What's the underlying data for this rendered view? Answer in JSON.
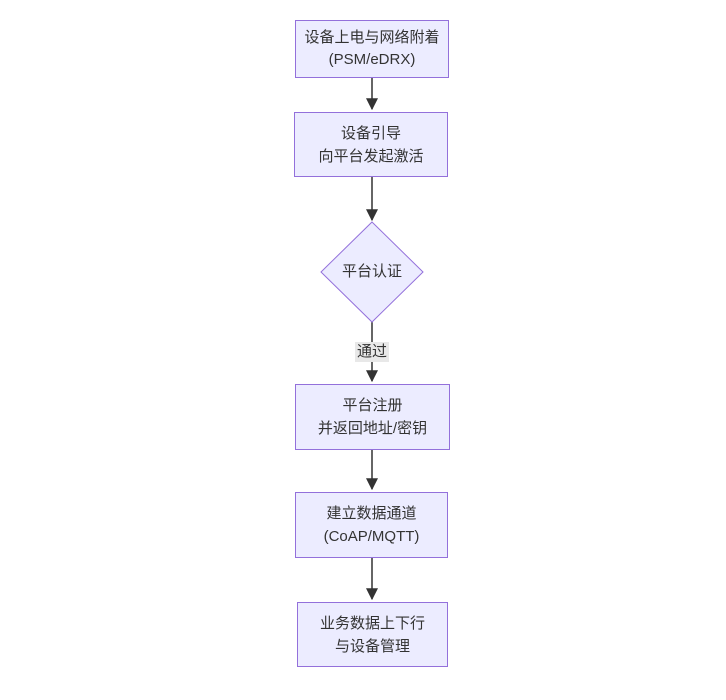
{
  "diagram": {
    "type": "flowchart",
    "direction": "top-down",
    "nodes": [
      {
        "id": "attach",
        "shape": "rect",
        "line1": "设备上电与网络附着",
        "line2": "(PSM/eDRX)"
      },
      {
        "id": "bootstrap",
        "shape": "rect",
        "line1": "设备引导",
        "line2": "向平台发起激活"
      },
      {
        "id": "auth",
        "shape": "diamond",
        "line1": "平台认证",
        "line2": ""
      },
      {
        "id": "register",
        "shape": "rect",
        "line1": "平台注册",
        "line2": "并返回地址/密钥"
      },
      {
        "id": "channel",
        "shape": "rect",
        "line1": "建立数据通道",
        "line2": "(CoAP/MQTT)"
      },
      {
        "id": "business",
        "shape": "rect",
        "line1": "业务数据上下行",
        "line2": "与设备管理"
      }
    ],
    "edges": [
      {
        "from": "attach",
        "to": "bootstrap",
        "label": ""
      },
      {
        "from": "bootstrap",
        "to": "auth",
        "label": ""
      },
      {
        "from": "auth",
        "to": "register",
        "label": "通过"
      },
      {
        "from": "register",
        "to": "channel",
        "label": ""
      },
      {
        "from": "channel",
        "to": "business",
        "label": ""
      }
    ],
    "colors": {
      "node_fill": "#ECECFF",
      "node_border": "#9370DB",
      "edge_line": "#333333",
      "edge_label_bg": "#e8e8e8",
      "text": "#333333",
      "background": "#ffffff"
    }
  }
}
